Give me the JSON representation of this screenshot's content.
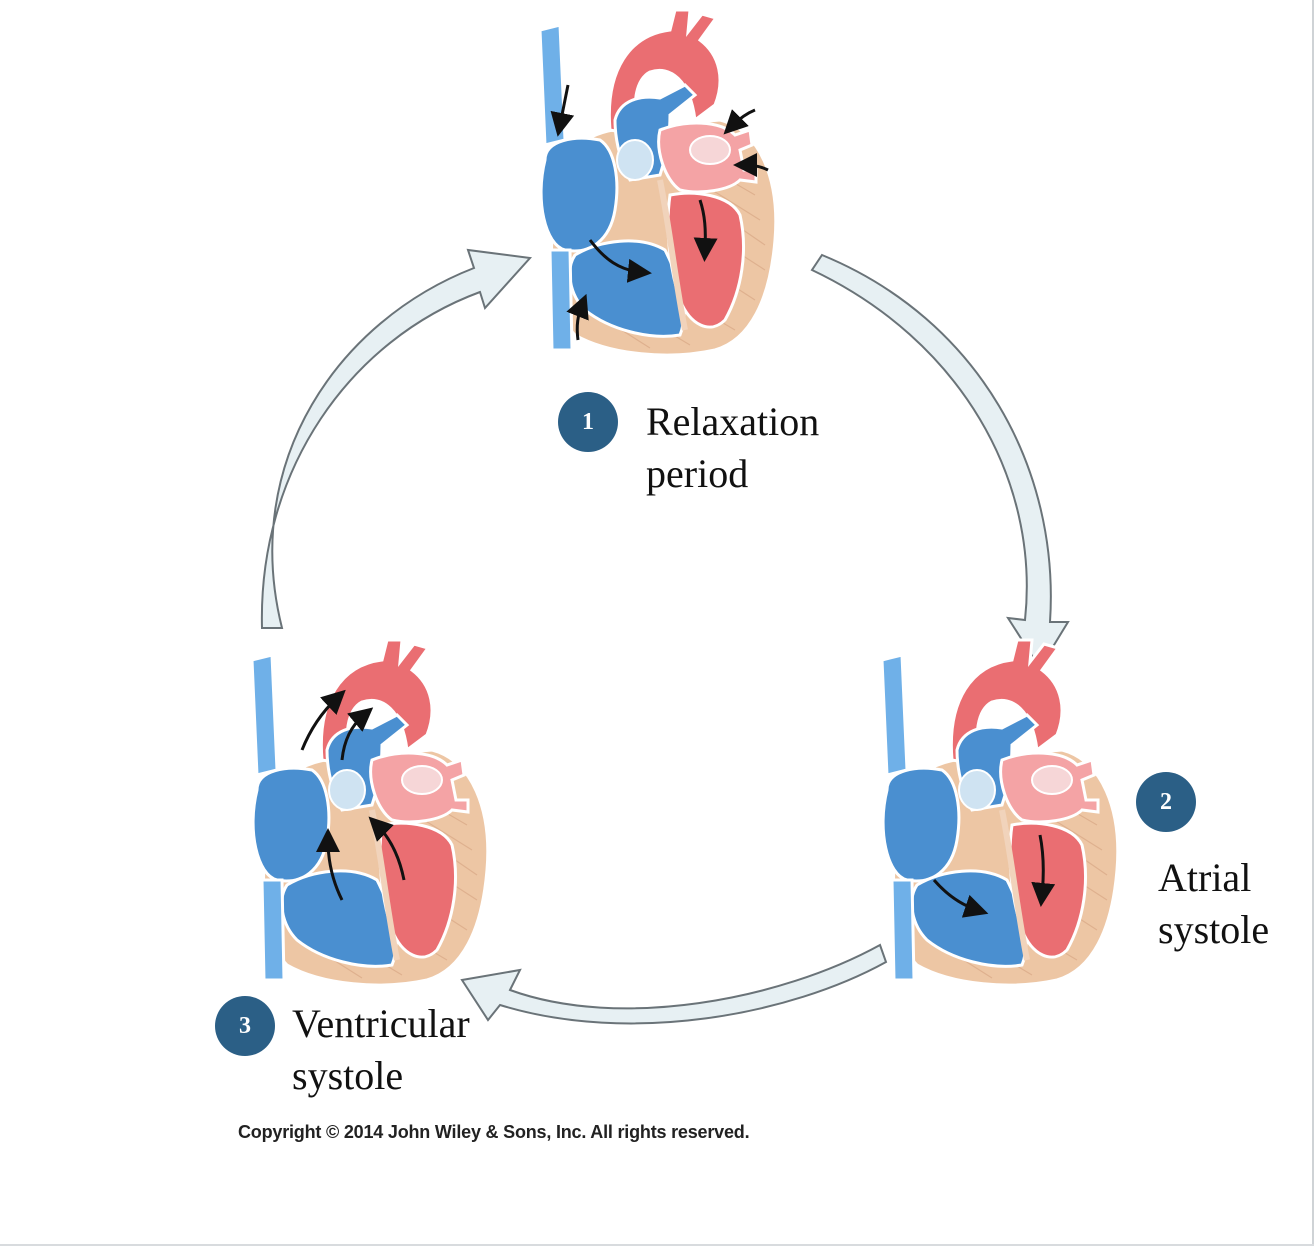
{
  "stages": [
    {
      "number": "1",
      "label_line1": "Relaxation",
      "label_line2": "period"
    },
    {
      "number": "2",
      "label_line1": "Atrial",
      "label_line2": "systole"
    },
    {
      "number": "3",
      "label_line1": "Ventricular",
      "label_line2": "systole"
    }
  ],
  "copyright": "Copyright © 2014 John Wiley & Sons, Inc. All rights reserved.",
  "colors": {
    "badge": "#2b5f86",
    "deoxygenated_blood": "#4a8fd0",
    "oxygenated_blood": "#ea6e72",
    "myocardium": "#edc6a4",
    "cycle_arrow_fill": "#e7f0f3",
    "cycle_arrow_stroke": "#6a7378"
  }
}
